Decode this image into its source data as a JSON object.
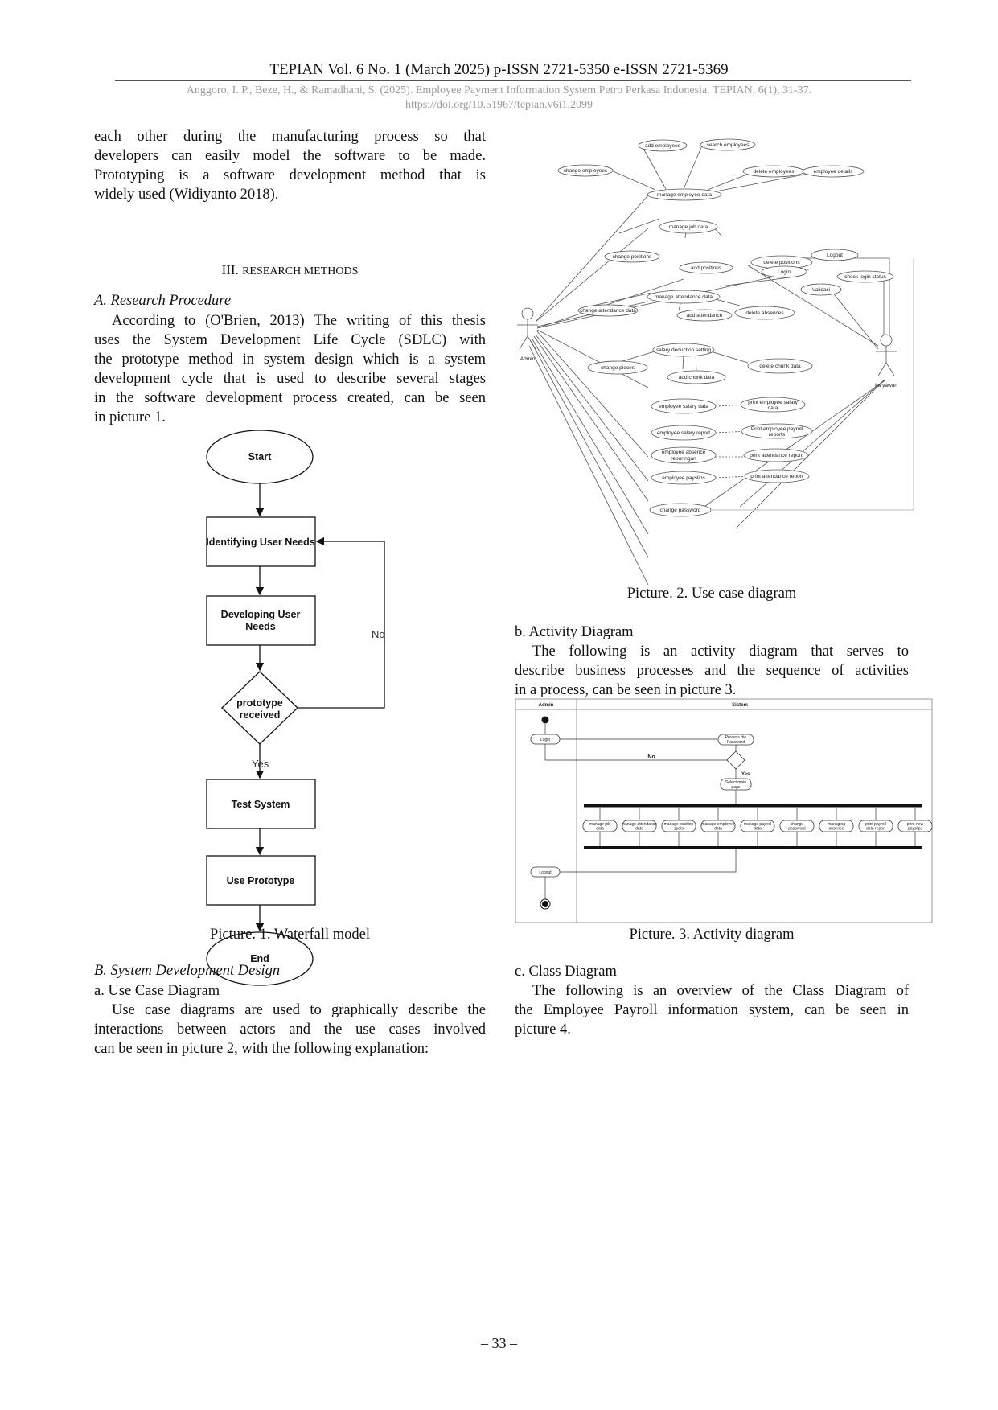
{
  "header": {
    "journal": "TEPIAN Vol. 6 No. 1 (March 2025) p-ISSN 2721-5350 e-ISSN 2721-5369",
    "citation": "Anggoro, I. P., Beze, H., & Ramadhani, S. (2025). Employee Payment Information System Petro Perkasa Indonesia. TEPIAN, 6(1), 31-37.",
    "doi": "https://doi.org/10.51967/tepian.v6i1.2099"
  },
  "left": {
    "intro_lines": [
      "each other during the manufacturing process so that",
      "developers can easily model the software to be made.",
      "Prototyping is a software development method that is",
      "widely used (Widiyanto 2018)."
    ],
    "section_num": "III.",
    "section_title": "RESEARCH METHODS",
    "subsec_a": "A. Research Procedure",
    "procedure_lines": [
      "According to (O'Brien, 2013) The writing of this thesis",
      "uses the System Development Life Cycle (SDLC) with",
      "the prototype method in system design which is a system",
      "development cycle that is used to describe several stages",
      "in the software development process created, can be seen",
      "in picture 1."
    ],
    "caption1": "Picture. 1. Waterfall model",
    "subsec_b": "B. System Development Design",
    "item_a": "a.   Use Case Diagram",
    "usecase_lines": [
      "Use case diagrams are used to graphically describe the",
      "interactions between actors and the use cases involved",
      "can be seen in picture 2, with the following explanation:"
    ]
  },
  "flowchart": {
    "start": "Start",
    "identify": "Identifying User Needs",
    "develop_1": "Developing User",
    "develop_2": "Needs",
    "decision_1": "prototype",
    "decision_2": "received",
    "no": "No",
    "yes": "Yes",
    "test": "Test System",
    "use": "Use Prototype",
    "end": "End"
  },
  "usecase": {
    "admin": "Admin",
    "karyawan": "karyawan",
    "add_employees": "add employees",
    "search_employees": "search employees",
    "change_employees": "change employees",
    "delete_employees": "delete employees",
    "employee_details": "employee details",
    "manage_employee_data": "manage employee data",
    "manage_job_data": "manage job data",
    "change_positions": "change positions",
    "add_positions": "add positions",
    "delete_positions": "delete positions",
    "logout": "Logout",
    "login": "Login",
    "validasi": "Validasi",
    "check_login_status": "check login status",
    "manage_attendance_data": "manage attendance data",
    "change_attendance_data": "change attendance data",
    "add_attendance": "add attendance",
    "delete_absences": "delete absences",
    "salary_deduction_setting": "salary deduction setting",
    "change_pieces": "change pieces",
    "add_chunk_data": "add chunk data",
    "delete_chunk_data": "delete chunk data",
    "employee_salary_data": "employee salary data",
    "print_employee_salary_data_1": "print employee salary",
    "print_employee_salary_data_2": "data",
    "employee_salary_report": "employee salary report",
    "print_payroll_reports_1": "Print employee payroll",
    "print_payroll_reports_2": "reports",
    "employee_absence_1": "employee absence",
    "employee_absence_2": "reportngan",
    "print_attendance_report": "print attendance report",
    "employee_payslips": "employee payslips",
    "print_attendance_report_2": "print attendance report",
    "change_password": "change password"
  },
  "caption2": "Picture. 2. Use case diagram",
  "right": {
    "item_b": "b.   Activity Diagram",
    "activity_lines": [
      "The following is an activity diagram that serves to",
      "describe business processes and the sequence of activities",
      "in a process, can be seen in picture 3."
    ],
    "caption3": "Picture. 3. Activity diagram",
    "item_c": "c.   Class Diagram",
    "class_lines": [
      "The following is an overview of the Class Diagram of",
      "the Employee Payroll information system, can be seen in",
      "picture 4."
    ]
  },
  "activity": {
    "lane_admin": "Admin",
    "lane_sistem": "Sistem",
    "login": "Login",
    "process_1": "Process the",
    "process_2": "Password",
    "no": "No",
    "yes": "Yes",
    "select_1": "Select main",
    "select_2": "page",
    "logout": "Logout",
    "actions": [
      "manage job data",
      "manage attendance data",
      "manage position spots",
      "manage employee data",
      "manage payroll data",
      "change password",
      "managing absence",
      "print payroll data report",
      "print new payslips"
    ]
  },
  "footer": "– 33 –"
}
